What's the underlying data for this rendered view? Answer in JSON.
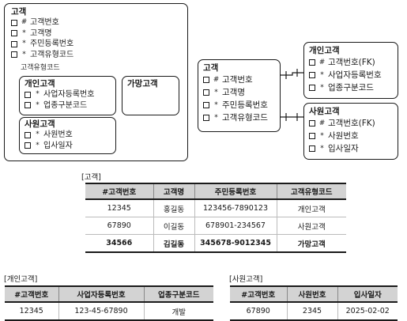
{
  "left": {
    "title": "고객",
    "attrs": [
      {
        "m": "#",
        "t": "고객번호"
      },
      {
        "m": "*",
        "t": "고객명"
      },
      {
        "m": "*",
        "t": "주민등록번호"
      },
      {
        "m": "*",
        "t": "고객유형코드"
      }
    ],
    "discriminator": "고객유형코드",
    "sub1": {
      "title": "개인고객",
      "attrs": [
        {
          "m": "*",
          "t": "사업자등록번호"
        },
        {
          "m": "*",
          "t": "업종구분코드"
        }
      ]
    },
    "sub2": {
      "title": "가망고객"
    },
    "sub3": {
      "title": "사원고객",
      "attrs": [
        {
          "m": "*",
          "t": "사원번호"
        },
        {
          "m": "*",
          "t": "입사일자"
        }
      ]
    }
  },
  "right": {
    "main": {
      "title": "고객",
      "attrs": [
        {
          "m": "#",
          "t": "고객번호"
        },
        {
          "m": "*",
          "t": "고객명"
        },
        {
          "m": "*",
          "t": "주민등록번호"
        },
        {
          "m": "*",
          "t": "고객유형코드"
        }
      ]
    },
    "personal": {
      "title": "개인고객",
      "attrs": [
        {
          "m": "#",
          "t": "고객번호(FK)"
        },
        {
          "m": "*",
          "t": "사업자등록번호"
        },
        {
          "m": "*",
          "t": "업종구분코드"
        }
      ]
    },
    "employee": {
      "title": "사원고객",
      "attrs": [
        {
          "m": "#",
          "t": "고객번호(FK)"
        },
        {
          "m": "*",
          "t": "사원번호"
        },
        {
          "m": "*",
          "t": "입사일자"
        }
      ]
    }
  },
  "tables": {
    "customer": {
      "caption": "[고객]",
      "headers": [
        "#고객번호",
        "고객명",
        "주민등록번호",
        "고객유형코드"
      ],
      "rows": [
        [
          "12345",
          "홍길동",
          "123456-7890123",
          "개인고객"
        ],
        [
          "67890",
          "이길동",
          "678901-234567",
          "사원고객"
        ],
        [
          "34566",
          "김길동",
          "345678-9012345",
          "가망고객"
        ]
      ]
    },
    "personal": {
      "caption": "[개인고객]",
      "headers": [
        "#고객번호",
        "사업자등록번호",
        "업종구분코드"
      ],
      "rows": [
        [
          "12345",
          "123-45-67890",
          "개발"
        ]
      ]
    },
    "employee": {
      "caption": "[사원고객]",
      "headers": [
        "#고객번호",
        "사원번호",
        "입사일자"
      ],
      "rows": [
        [
          "67890",
          "2345",
          "2025-02-02"
        ]
      ]
    }
  }
}
